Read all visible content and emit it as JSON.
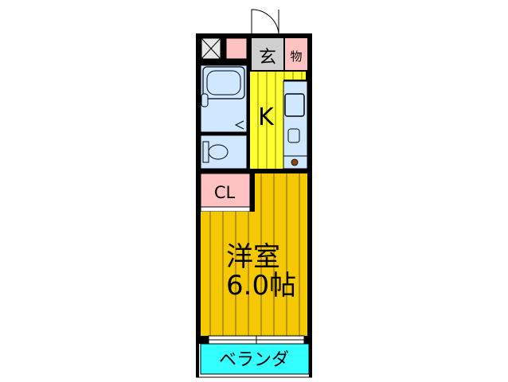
{
  "floor_plan": {
    "labels": {
      "entrance": "玄",
      "storage": "物",
      "kitchen": "K",
      "closet": "CL",
      "room_name": "洋室",
      "room_size": "6.0帖",
      "veranda": "ベランダ"
    },
    "colors": {
      "wall": "#000000",
      "room_floor": "#f5c800",
      "kitchen_floor": "#ffff33",
      "bath": "#cfe8ff",
      "closet": "#ffc2c2",
      "storage": "#ffc2c2",
      "entrance": "#cfcfcf",
      "veranda": "#33ffff",
      "wood_line": "#7a5a00"
    },
    "icons": [
      "bathtub-icon",
      "washbasin-icon",
      "toilet-icon",
      "sink-icon",
      "stove-icon",
      "meter-box-icon"
    ]
  }
}
